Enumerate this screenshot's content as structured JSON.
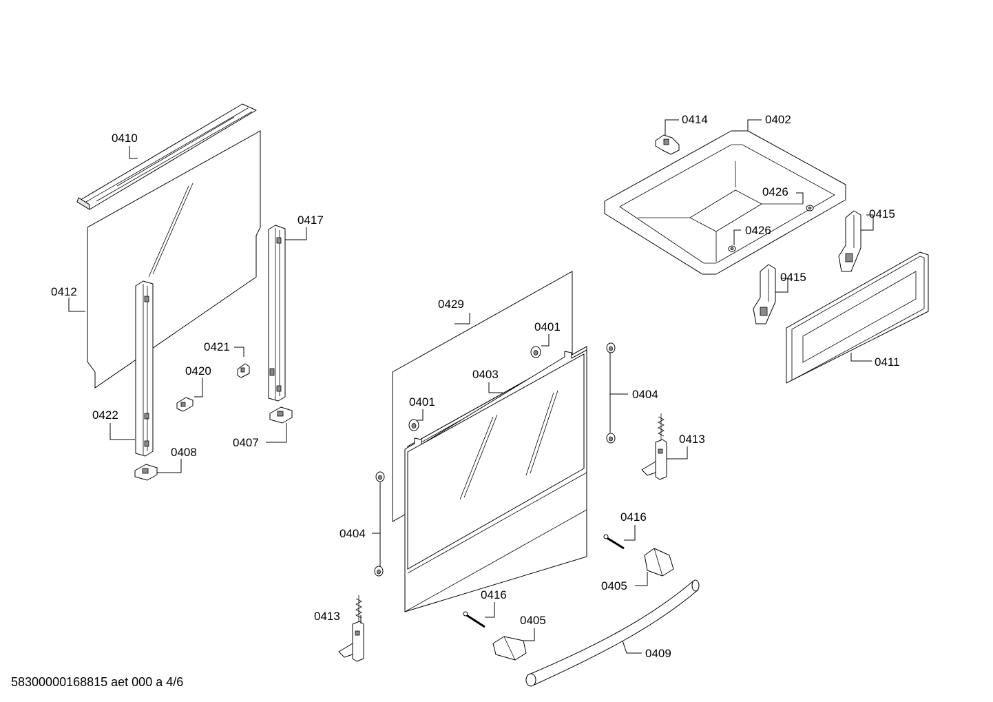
{
  "footer_text": "58300000168815 aet 000 a 4/6",
  "labels": {
    "p0410": "0410",
    "p0412": "0412",
    "p0417": "0417",
    "p0421": "0421",
    "p0420": "0420",
    "p0422": "0422",
    "p0408": "0408",
    "p0407": "0407",
    "p0429": "0429",
    "p0401a": "0401",
    "p0403": "0403",
    "p0401b": "0401",
    "p0404a": "0404",
    "p0404b": "0404",
    "p0413a": "0413",
    "p0416a": "0416",
    "p0405a": "0405",
    "p0409": "0409",
    "p0413b": "0413",
    "p0416b": "0416",
    "p0405b": "0405",
    "p0414": "0414",
    "p0402": "0402",
    "p0426a": "0426",
    "p0426b": "0426",
    "p0415a": "0415",
    "p0415b": "0415",
    "p0411": "0411"
  }
}
